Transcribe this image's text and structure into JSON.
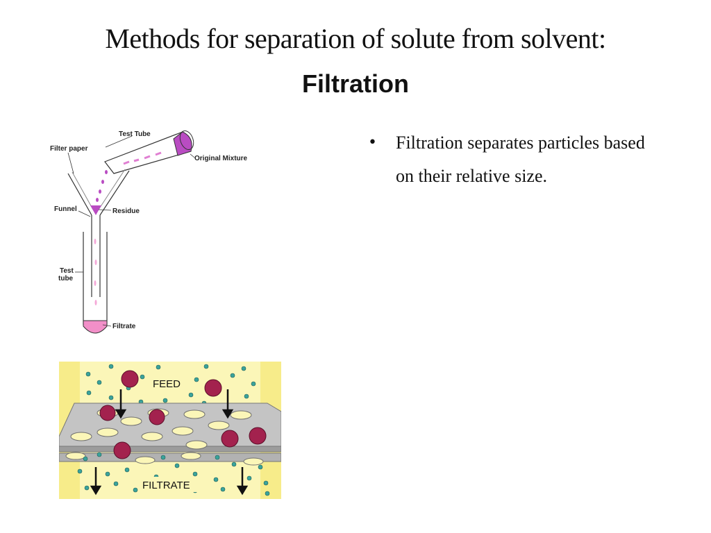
{
  "slide": {
    "title_line1": "Methods for separation of solute from solvent:",
    "title_line2": "Filtration",
    "bullets": [
      {
        "text": "Filtration separates particles based on their relative size."
      }
    ],
    "bullet_glyph": "•"
  },
  "funnel_diagram": {
    "labels": {
      "test_tube_top": "Test Tube",
      "filter_paper": "Filter paper",
      "original_mixture": "Original Mixture",
      "funnel": "Funnel",
      "residue": "Residue",
      "test_tube_line1": "Test",
      "test_tube_line2": "tube",
      "filtrate": "Filtrate"
    },
    "colors": {
      "mixture": "#b94cc2",
      "filtrate": "#f28fc8",
      "drops": "#e07fd2"
    }
  },
  "membrane_diagram": {
    "labels": {
      "feed": "FEED",
      "filtrate": "FILTRATE"
    },
    "colors": {
      "background": "#fbf6b8",
      "membrane": "#b5b5b5",
      "large_particle": "#a3224e",
      "small_particle": "#3aa39b"
    }
  }
}
